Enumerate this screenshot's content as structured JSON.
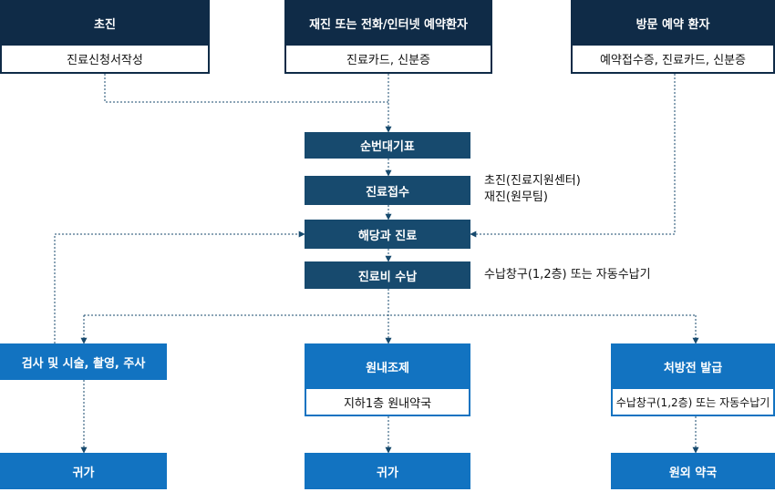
{
  "top": {
    "first_visit": {
      "title": "초진",
      "sub": "진료신청서작성"
    },
    "revisit": {
      "title": "재진 또는 전화/인터넷 예약환자",
      "sub": "진료카드, 신분증"
    },
    "visit_reserve": {
      "title": "방문 예약 환자",
      "sub": "예약접수증, 진료카드, 신분증"
    }
  },
  "flow": {
    "queue_ticket": "순번대기표",
    "reception": "진료접수",
    "treatment": "해당과 진료",
    "payment": "진료비 수납"
  },
  "notes": {
    "reception_line1": "초진(진료지원센터)",
    "reception_line2": "재진(원무팀)",
    "payment": "수납창구(1,2층) 또는 자동수납기"
  },
  "branches": {
    "exam": {
      "title": "검사 및 시술, 촬영, 주사",
      "end": "귀가"
    },
    "inhouse": {
      "title": "원내조제",
      "sub": "지하1층 원내약국",
      "end": "귀가"
    },
    "prescription": {
      "title": "처방전 발급",
      "sub": "수납창구(1,2층) 또는 자동수납기",
      "end": "원외 약국"
    }
  },
  "colors": {
    "navy": "#0f2b47",
    "teal": "#174a6e",
    "blue": "#1273c1",
    "connector": "#174a6e"
  }
}
